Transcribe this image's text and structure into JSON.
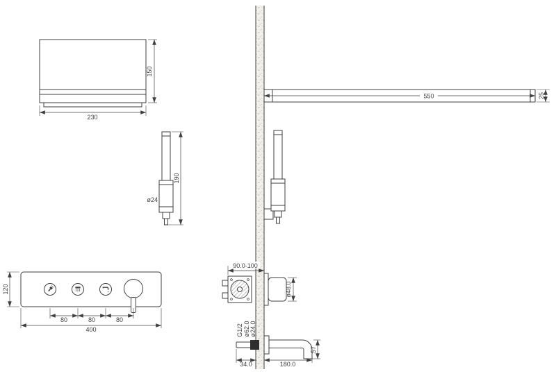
{
  "colors": {
    "background": "#ffffff",
    "line": "#3f3f3f"
  },
  "overhead_shower": {
    "width": "230",
    "height": "150"
  },
  "shower_arm": {
    "length": "550",
    "height": "25"
  },
  "hand_shower": {
    "diameter": "ø24",
    "length": "190"
  },
  "control_panel": {
    "height": "120",
    "button_spacing": [
      "80",
      "80",
      "80"
    ],
    "width": "400"
  },
  "mixing_valve": {
    "installation_depth": "90.0-100",
    "handle_diameter": "ø48.0"
  },
  "spout": {
    "thread": "G1/2",
    "flange_diameter": "ø62.0",
    "pipe_diameter": "ø24.0",
    "inlet_length": "34.0",
    "length": "180.0",
    "drop": "57"
  }
}
